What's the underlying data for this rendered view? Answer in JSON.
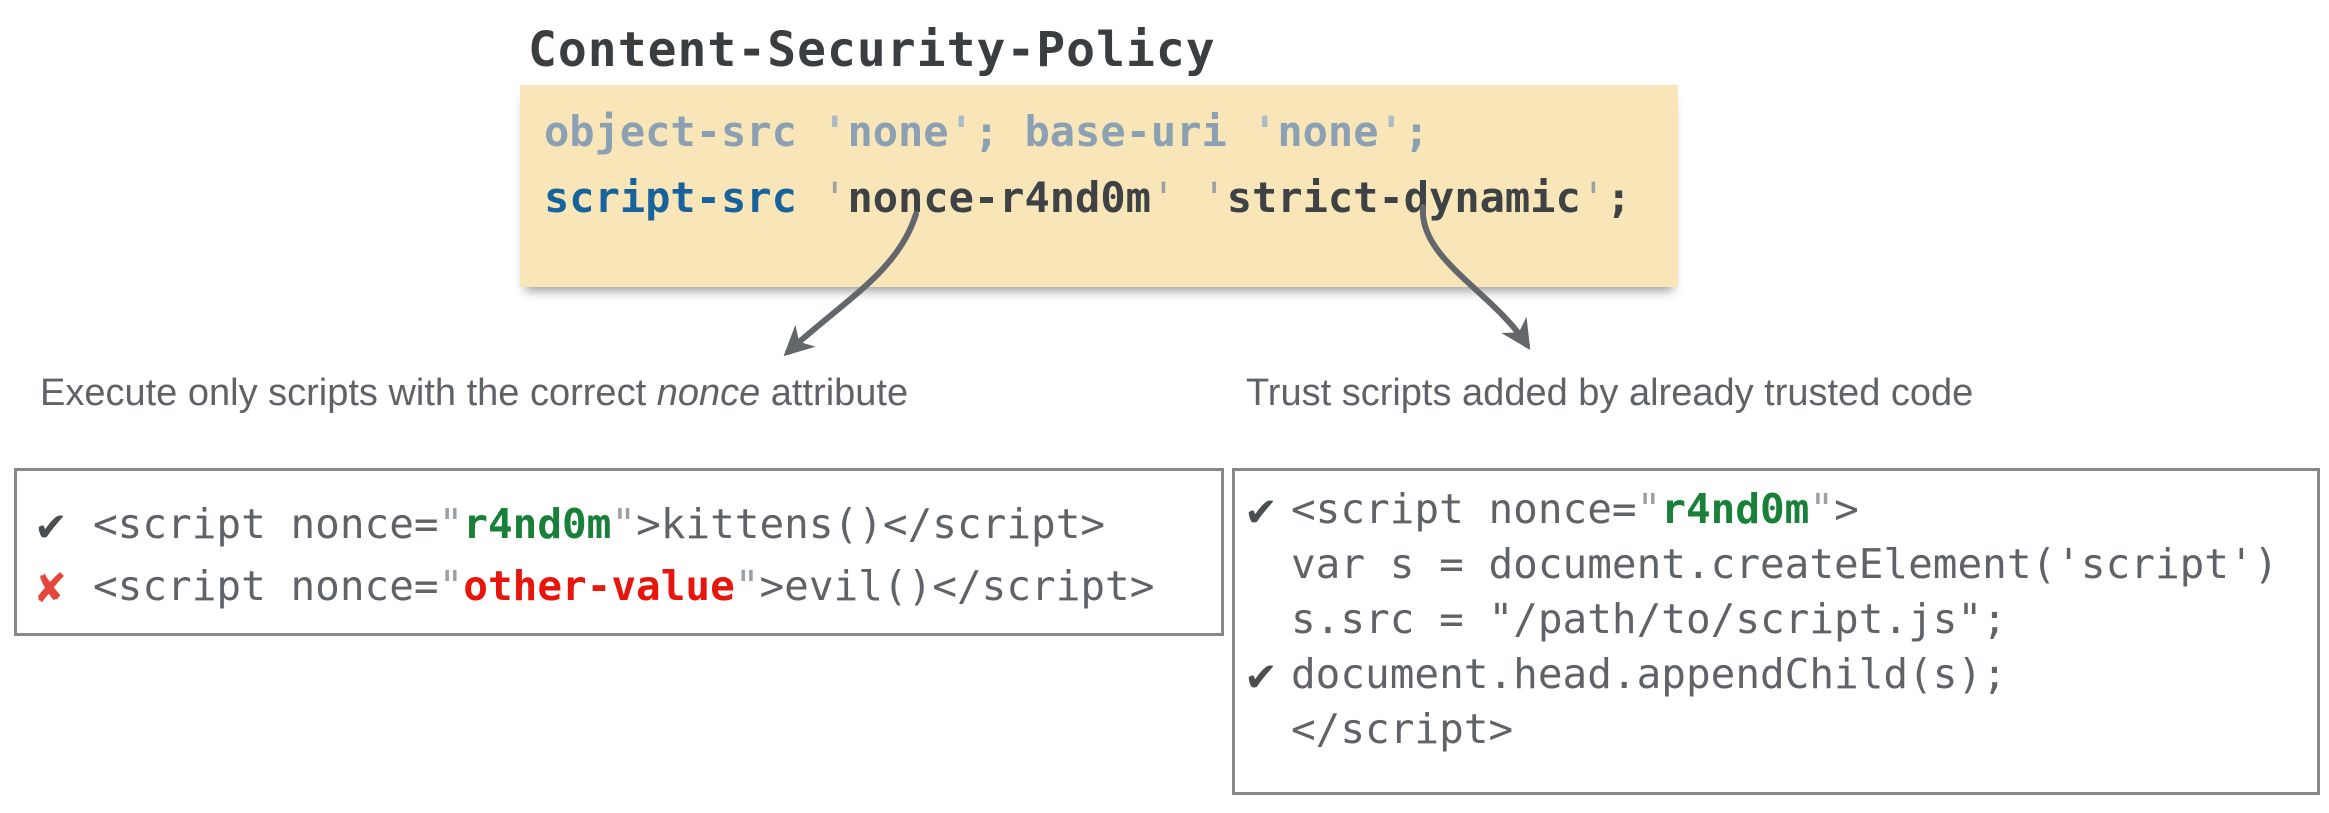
{
  "title": "Content-Security-Policy",
  "policy_box": {
    "line1_segments": [
      {
        "text": "object-src ",
        "style": "slate"
      },
      {
        "text": "'",
        "style": "slate-quote"
      },
      {
        "text": "none",
        "style": "slate"
      },
      {
        "text": "'",
        "style": "slate-quote"
      },
      {
        "text": "; ",
        "style": "slate"
      },
      {
        "text": "base-uri ",
        "style": "slate"
      },
      {
        "text": "'",
        "style": "slate-quote"
      },
      {
        "text": "none",
        "style": "slate"
      },
      {
        "text": "'",
        "style": "slate-quote"
      },
      {
        "text": ";",
        "style": "slate"
      }
    ],
    "line2_segments": [
      {
        "text": "script-src ",
        "style": "blue"
      },
      {
        "text": "'",
        "style": "quote"
      },
      {
        "text": "nonce-r4nd0m",
        "style": "dark"
      },
      {
        "text": "' '",
        "style": "quote"
      },
      {
        "text": "strict-dynamic",
        "style": "dark"
      },
      {
        "text": "'",
        "style": "quote"
      },
      {
        "text": ";",
        "style": "dark"
      }
    ]
  },
  "annotations": {
    "left": {
      "pre": "Execute only scripts with the correct ",
      "emphasis": "nonce",
      "post": " attribute"
    },
    "right": {
      "text": "Trust scripts added by already trusted code"
    }
  },
  "left_example_box": {
    "rows": [
      {
        "mark": "check",
        "segments": [
          {
            "text": "<script nonce=",
            "style": "code"
          },
          {
            "text": "\"",
            "style": "quote"
          },
          {
            "text": "r4nd0m",
            "style": "green"
          },
          {
            "text": "\"",
            "style": "quote"
          },
          {
            "text": ">kittens()</script>",
            "style": "code"
          }
        ]
      },
      {
        "mark": "cross",
        "segments": [
          {
            "text": "<script nonce=",
            "style": "code"
          },
          {
            "text": "\"",
            "style": "quote"
          },
          {
            "text": "other-value",
            "style": "red"
          },
          {
            "text": "\"",
            "style": "quote"
          },
          {
            "text": ">evil()</script>",
            "style": "code"
          }
        ]
      }
    ]
  },
  "right_example_box": {
    "rows": [
      {
        "mark": "check",
        "segments": [
          {
            "text": "<script nonce=",
            "style": "code"
          },
          {
            "text": "\"",
            "style": "quote"
          },
          {
            "text": "r4nd0m",
            "style": "green"
          },
          {
            "text": "\"",
            "style": "quote"
          },
          {
            "text": ">",
            "style": "code"
          }
        ]
      },
      {
        "mark": "none",
        "segments": [
          {
            "text": "var s = document.createElement('script')",
            "style": "code"
          }
        ]
      },
      {
        "mark": "none",
        "segments": [
          {
            "text": "s.src = \"/path/to/script.js\";",
            "style": "code"
          }
        ]
      },
      {
        "mark": "check",
        "segments": [
          {
            "text": "document.head.appendChild(s);",
            "style": "code"
          }
        ]
      },
      {
        "mark": "none",
        "segments": [
          {
            "text": "</script>",
            "style": "code"
          }
        ]
      }
    ]
  },
  "icons": {
    "check": "✔",
    "cross": "✘"
  },
  "colors": {
    "policy_background": "#F8E6B8",
    "directive_muted": "#8BA0B2",
    "directive_blue": "#19639D",
    "value_dark": "#3E4245",
    "quote_gray": "#9AA0A6",
    "nonce_green": "#188038",
    "bad_red": "#E8150C",
    "code_gray": "#5F6368",
    "check_gray": "#4A4E51",
    "cross_red": "#E5463C",
    "arrow_gray": "#63666A"
  }
}
